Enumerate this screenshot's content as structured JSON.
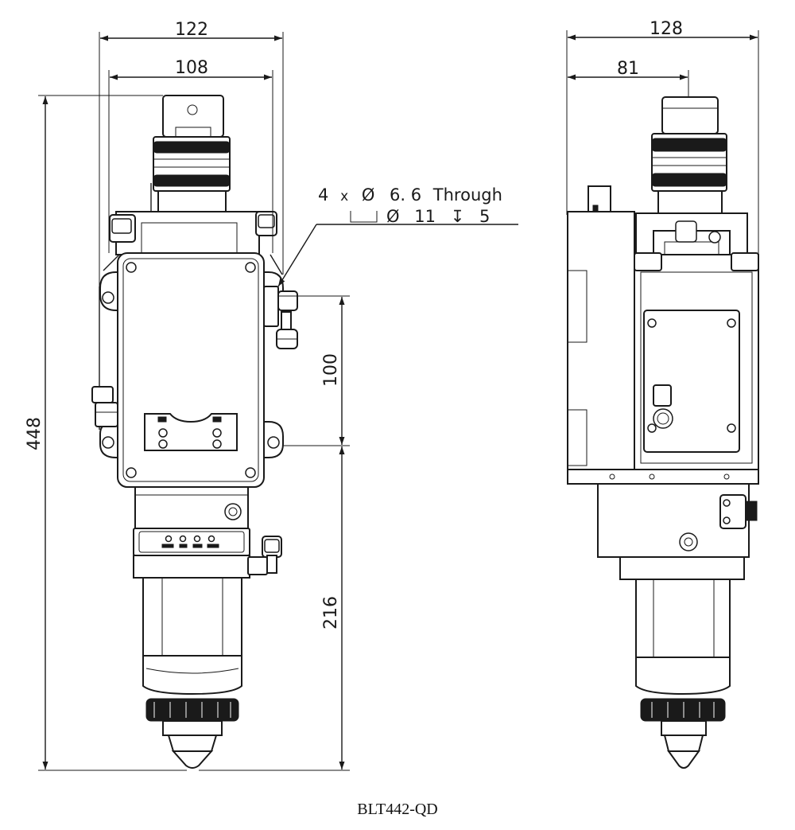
{
  "drawing": {
    "model": "BLT442-QD",
    "front_view": {
      "overall_width": "122",
      "inner_width": "108",
      "overall_height": "448",
      "hole_spacing": "100",
      "lower_height": "216"
    },
    "side_view": {
      "overall_depth": "128",
      "axis_offset": "81"
    },
    "hole_note": {
      "line1_count": "4",
      "line1_x": "x",
      "line1_dia_symbol": "Ø",
      "line1_size": "6. 6",
      "line1_type": "Through",
      "line2_dia_symbol": "Ø",
      "line2_size": "11",
      "line2_depth_symbol": "↧",
      "line2_depth": "5"
    }
  }
}
